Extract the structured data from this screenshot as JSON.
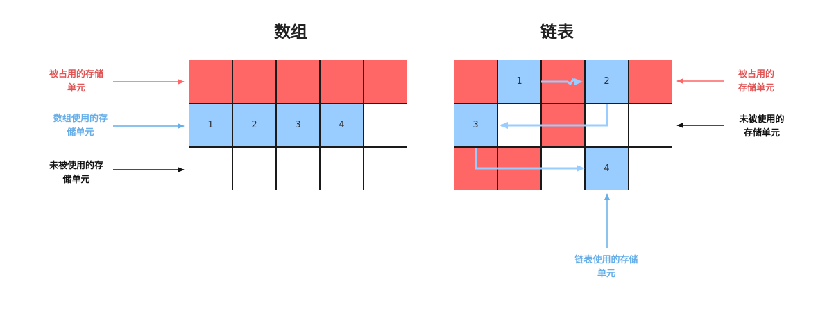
{
  "titles": {
    "array": "数组",
    "linked_list": "链表"
  },
  "colors": {
    "occupied": "#ff6666",
    "used": "#99ccff",
    "empty": "#ffffff",
    "occupied_text": "#e05555",
    "used_text": "#66aee8",
    "empty_text": "#111111",
    "grid_line": "#1a1a1a"
  },
  "legend": {
    "array_occupied_line1": "被占用的存储",
    "array_occupied_line2": "单元",
    "array_used_line1": "数组使用的存",
    "array_used_line2": "储单元",
    "array_empty_line1": "未被使用的存",
    "array_empty_line2": "储单元",
    "list_occupied_line1": "被占用的",
    "list_occupied_line2": "存储单元",
    "list_empty_line1": "未被使用的",
    "list_empty_line2": "存储单元",
    "list_used_line1": "链表使用的存储",
    "list_used_line2": "单元"
  },
  "array_grid": [
    [
      {
        "state": "occupied",
        "text": ""
      },
      {
        "state": "occupied",
        "text": ""
      },
      {
        "state": "occupied",
        "text": ""
      },
      {
        "state": "occupied",
        "text": ""
      },
      {
        "state": "occupied",
        "text": ""
      }
    ],
    [
      {
        "state": "used",
        "text": "1"
      },
      {
        "state": "used",
        "text": "2"
      },
      {
        "state": "used",
        "text": "3"
      },
      {
        "state": "used",
        "text": "4"
      },
      {
        "state": "empty",
        "text": ""
      }
    ],
    [
      {
        "state": "empty",
        "text": ""
      },
      {
        "state": "empty",
        "text": ""
      },
      {
        "state": "empty",
        "text": ""
      },
      {
        "state": "empty",
        "text": ""
      },
      {
        "state": "empty",
        "text": ""
      }
    ]
  ],
  "list_grid": [
    [
      {
        "state": "occupied",
        "text": ""
      },
      {
        "state": "used",
        "text": "1"
      },
      {
        "state": "occupied",
        "text": ""
      },
      {
        "state": "used",
        "text": "2"
      },
      {
        "state": "occupied",
        "text": ""
      }
    ],
    [
      {
        "state": "used",
        "text": "3"
      },
      {
        "state": "empty",
        "text": ""
      },
      {
        "state": "occupied",
        "text": ""
      },
      {
        "state": "empty",
        "text": ""
      },
      {
        "state": "empty",
        "text": ""
      }
    ],
    [
      {
        "state": "occupied",
        "text": ""
      },
      {
        "state": "occupied",
        "text": ""
      },
      {
        "state": "empty",
        "text": ""
      },
      {
        "state": "used",
        "text": "4"
      },
      {
        "state": "empty",
        "text": ""
      }
    ]
  ],
  "list_links": [
    {
      "from": "1",
      "to": "2"
    },
    {
      "from": "2",
      "to": "3"
    },
    {
      "from": "3",
      "to": "4"
    }
  ]
}
